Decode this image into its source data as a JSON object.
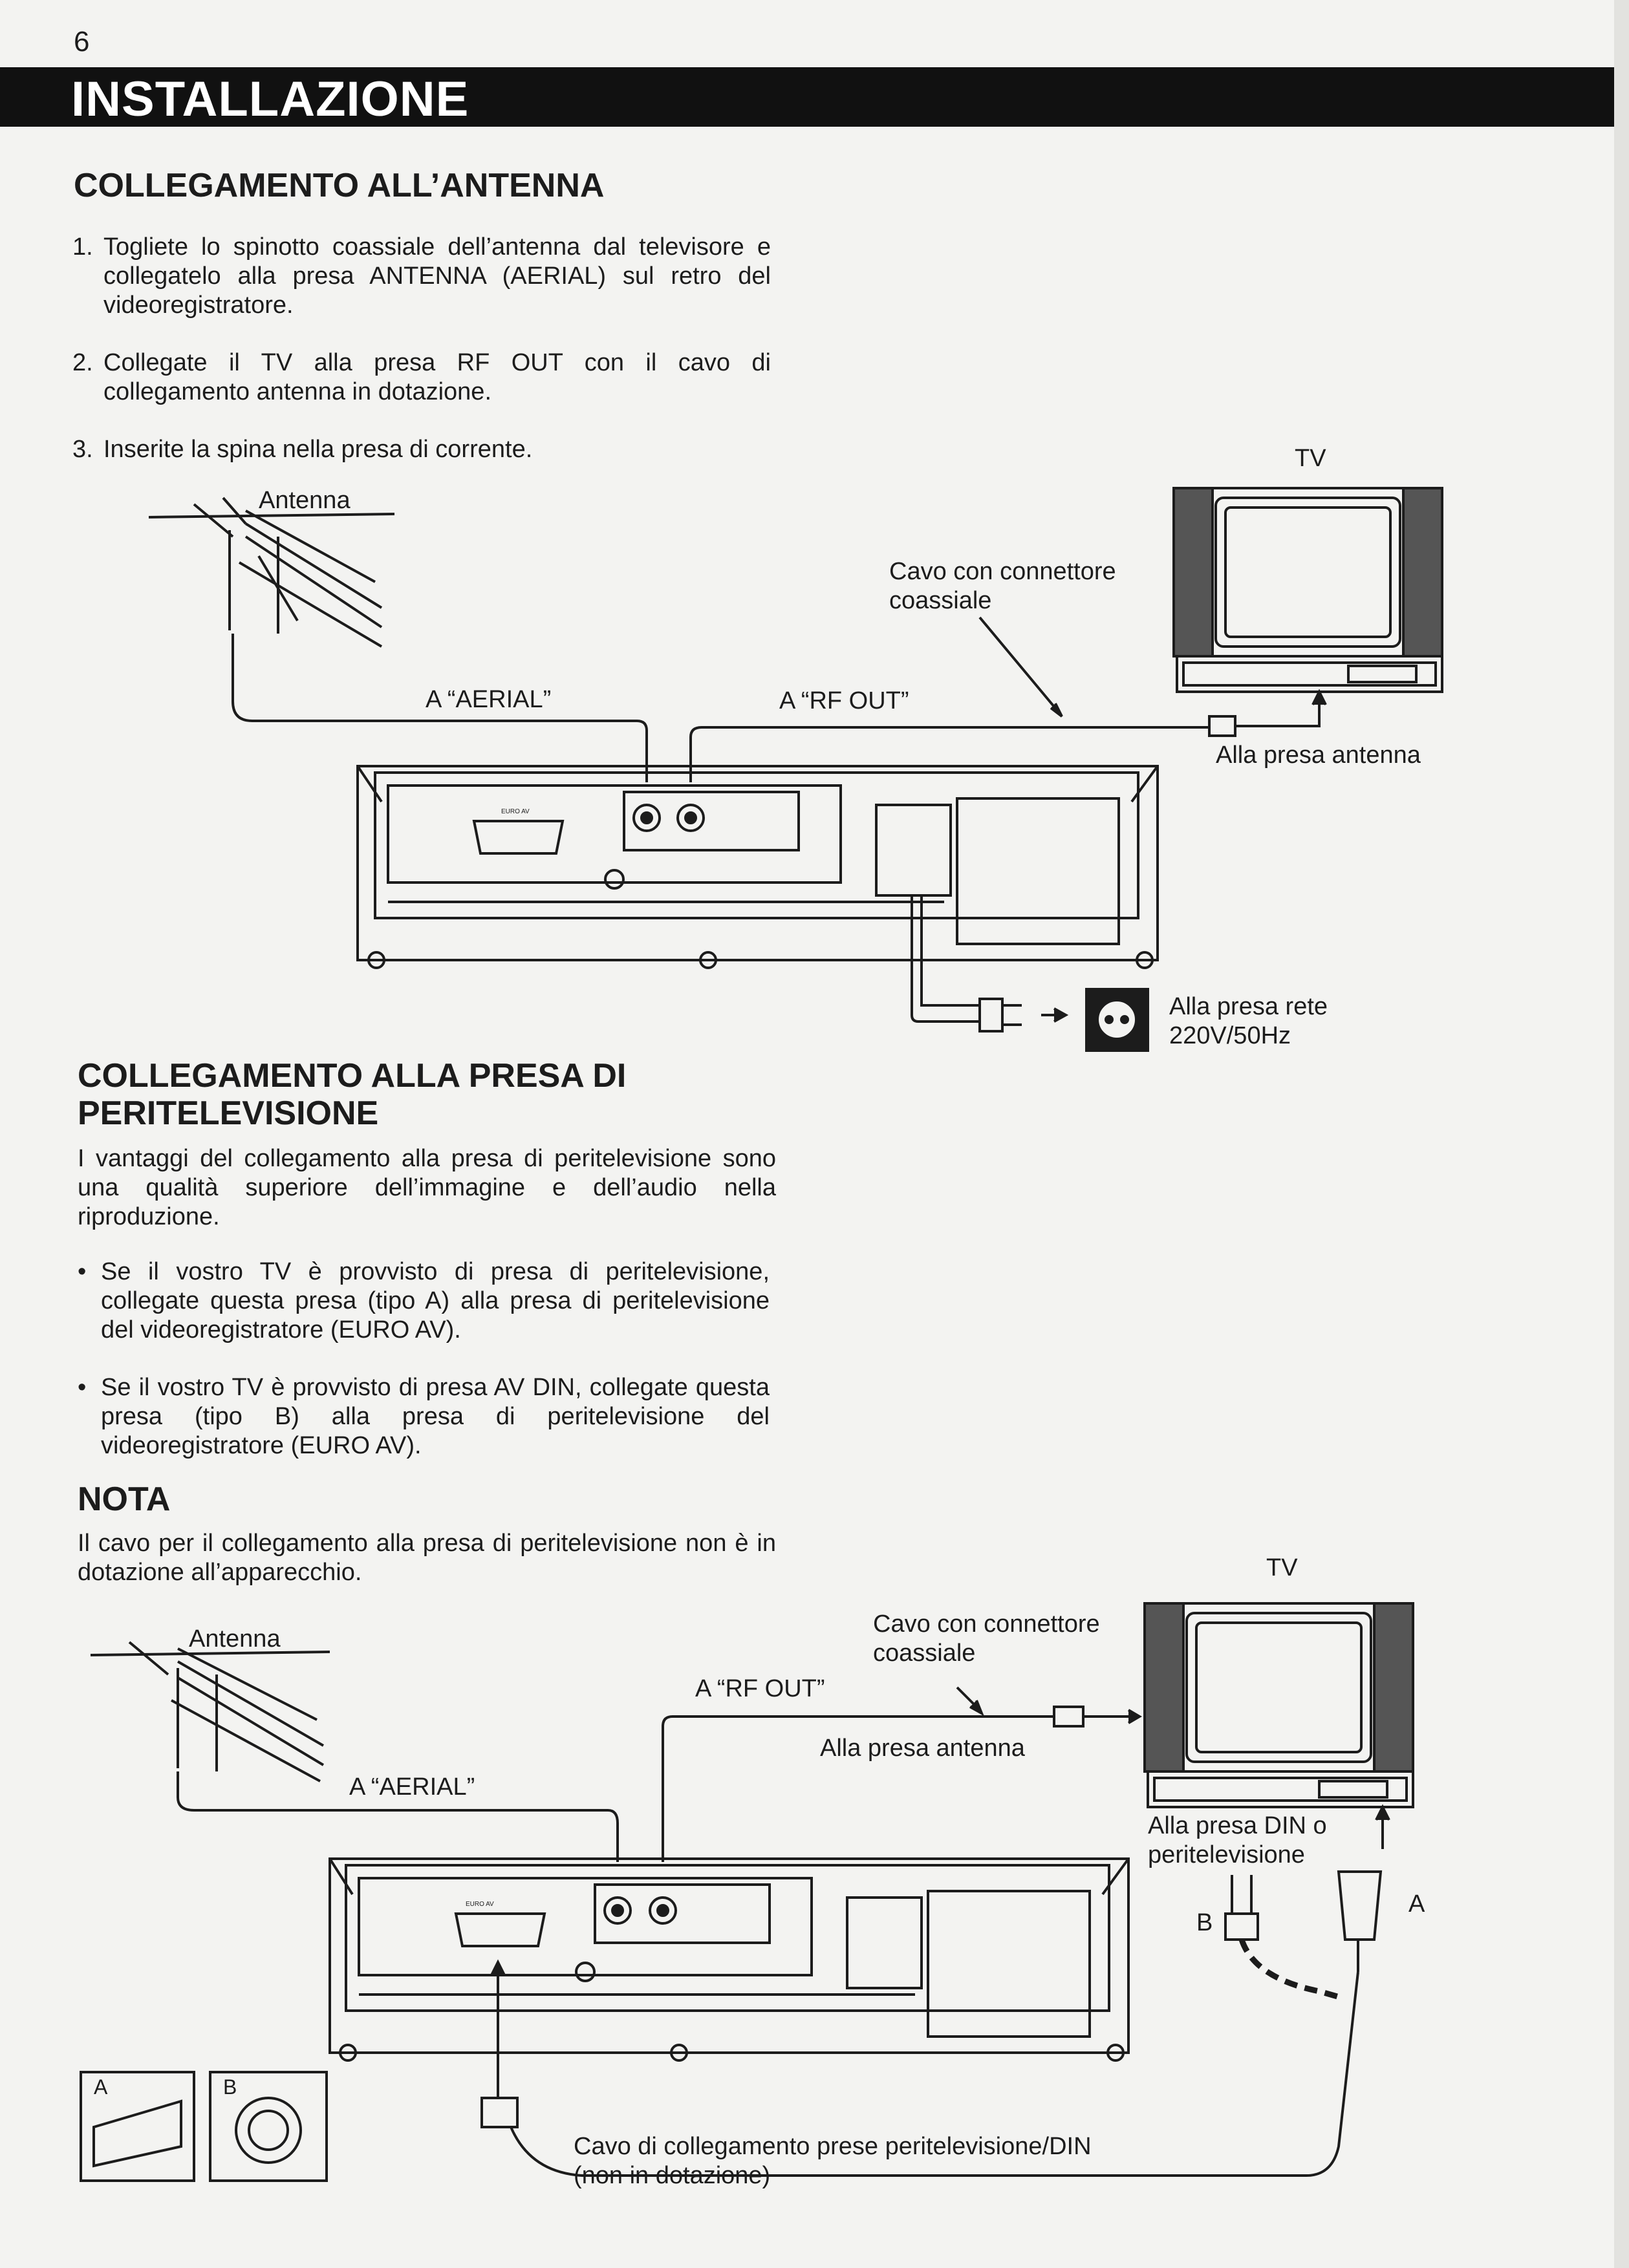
{
  "page_number": "6",
  "banner_title": "INSTALLAZIONE",
  "section1": {
    "title": "COLLEGAMENTO ALL’ANTENNA",
    "steps": [
      {
        "num": "1.",
        "text": "Togliete lo spinotto coassiale dell’antenna dal televisore e collegatelo alla presa ANTENNA (AERIAL) sul retro del videoregistratore."
      },
      {
        "num": "2.",
        "text": "Collegate il TV alla presa RF OUT con il cavo di collegamento antenna in dotazione."
      },
      {
        "num": "3.",
        "text": "Inserite la spina nella presa di corrente."
      }
    ]
  },
  "diagram1": {
    "tv": "TV",
    "antenna": "Antenna",
    "coax_cable_line1": "Cavo con connettore",
    "coax_cable_line2": "coassiale",
    "to_aerial": "A “AERIAL”",
    "to_rf_out": "A “RF OUT”",
    "to_antenna_socket": "Alla presa antenna",
    "mains_line1": "Alla presa rete",
    "mains_line2": "220V/50Hz",
    "euro_av": "EURO AV"
  },
  "section2": {
    "title_line1": "COLLEGAMENTO ALLA PRESA DI",
    "title_line2": "PERITELEVISIONE",
    "intro": "I vantaggi del collegamento alla presa di peritelevisione sono una qualità superiore dell’immagine e dell’audio nella riproduzione.",
    "bullets": [
      "Se il vostro TV è provvisto di presa di peritelevisione, collegate questa presa (tipo A) alla presa di peritelevisione del videoregistratore (EURO AV).",
      "Se il vostro TV è provvisto di presa AV DIN, collegate questa presa (tipo B) alla presa di peritelevisione del videoregistratore (EURO AV)."
    ]
  },
  "note": {
    "title": "NOTA",
    "text": "Il cavo per il collegamento alla presa di peritelevisione non è in dotazione all’apparecchio."
  },
  "diagram2": {
    "tv": "TV",
    "antenna": "Antenna",
    "coax_cable_line1": "Cavo con connettore",
    "coax_cable_line2": "coassiale",
    "to_rf_out": "A “RF OUT”",
    "to_antenna_socket": "Alla presa antenna",
    "to_aerial": "A “AERIAL”",
    "din_line1": "Alla presa DIN o",
    "din_line2": "peritelevisione",
    "plug_a": "A",
    "plug_b": "B",
    "cable_line1": "Cavo di collegamento prese peritelevisione/DIN",
    "cable_line2": "(non in dotazione)",
    "inset_a": "A",
    "inset_b": "B",
    "euro_av": "EURO AV"
  }
}
